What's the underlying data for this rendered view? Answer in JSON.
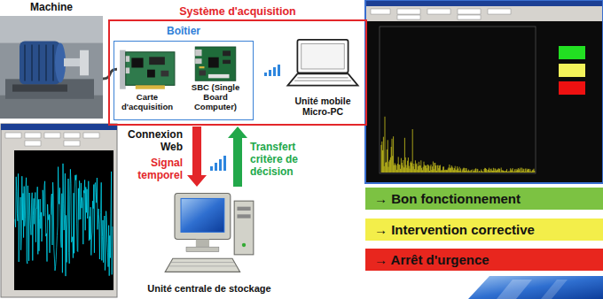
{
  "diagram": {
    "nodes": [
      {
        "text": [
          "Machine"
        ]
      },
      {
        "text": [
          "Système d'acquisition"
        ]
      },
      {
        "text": [
          "Boîtier"
        ],
        "in": 1
      },
      {
        "text": [
          "Carte d'acquisition"
        ],
        "in": 2
      },
      {
        "text": [
          "SBC (Single Board Computer)"
        ],
        "in": 2
      },
      {
        "text": [
          "Unité mobile Micro-PC"
        ],
        "in": 1
      },
      {
        "text": [
          "Unité centrale de stockage"
        ]
      },
      {
        "text": [
          "→ Bon fonctionnement"
        ]
      },
      {
        "text": [
          "→ Intervention corrective"
        ]
      },
      {
        "text": [
          "→ Arrêt d'urgence"
        ]
      }
    ],
    "edges": [
      {
        "from": 0,
        "to": 3,
        "arrow": "none"
      },
      {
        "from": 1,
        "to": 6,
        "label": "Signal temporel",
        "arrow": "to"
      },
      {
        "from": 6,
        "to": 1,
        "label": "Transfert critère de décision",
        "arrow": "to"
      }
    ],
    "labels": [
      "Connexion Web"
    ]
  }
}
